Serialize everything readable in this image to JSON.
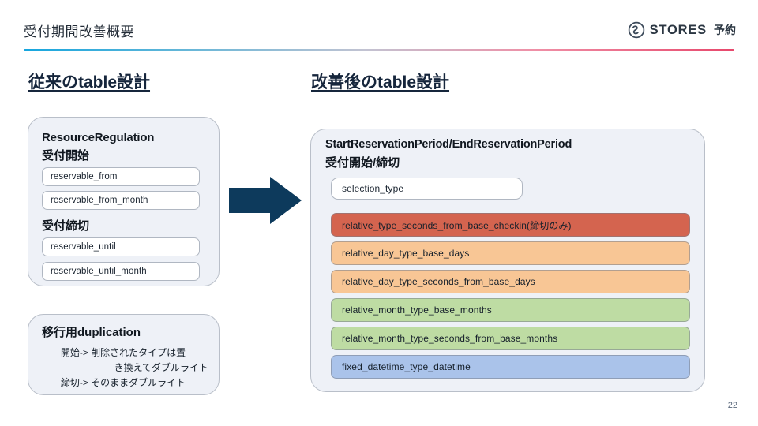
{
  "header": {
    "title": "受付期間改善概要",
    "brand_name": "STORES",
    "brand_sub": "予約",
    "logo_icon": "stores-swirl-icon",
    "rule_gradient_start": "#16a6de",
    "rule_gradient_end": "#e7486c"
  },
  "columns": {
    "before_heading": "従来のtable設計",
    "after_heading": "改善後のtable設計"
  },
  "legacy_panel": {
    "class_name": "ResourceRegulation",
    "sub_start": "受付開始",
    "sub_end": "受付締切",
    "start_fields": [
      "reservable_from",
      "reservable_from_month"
    ],
    "end_fields": [
      "reservable_until",
      "reservable_until_month"
    ]
  },
  "migration_panel": {
    "title": "移行用duplication",
    "lines": [
      "開始-> 削除されたタイプは置",
      "き換えてダブルライト",
      "締切-> そのままダブルライト"
    ]
  },
  "arrow": {
    "icon": "right-arrow-icon",
    "color": "#0d3a5c"
  },
  "new_panel": {
    "class_name": "StartReservationPeriod/EndReservationPeriod",
    "sub_heading": "受付開始/締切",
    "selection_field": "selection_type",
    "type_rows": [
      {
        "label": "relative_type_seconds_from_base_checkin(締切のみ)",
        "color": "#d4644f"
      },
      {
        "label": "relative_day_type_base_days",
        "color": "#f8c695"
      },
      {
        "label": "relative_day_type_seconds_from_base_days",
        "color": "#f8c695"
      },
      {
        "label": "relative_month_type_base_months",
        "color": "#bedca3"
      },
      {
        "label": "relative_month_type_seconds_from_base_months",
        "color": "#bedca3"
      },
      {
        "label": "fixed_datetime_type_datetime",
        "color": "#aac3ea"
      }
    ]
  },
  "footer": {
    "page_number": "22"
  }
}
